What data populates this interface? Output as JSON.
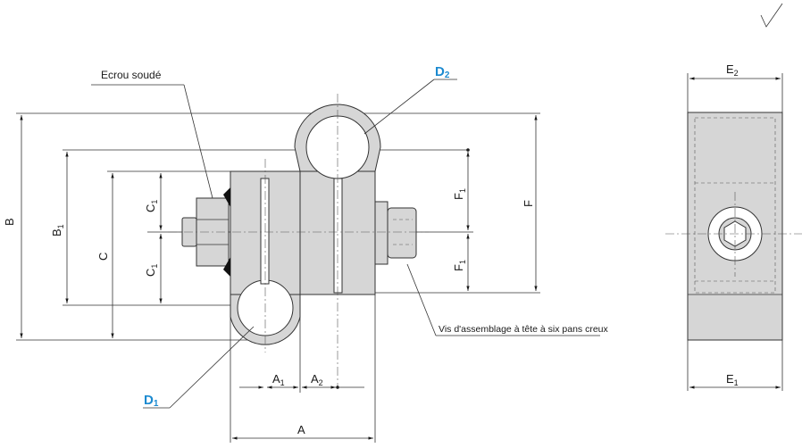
{
  "labels": {
    "nut": "Ecrou soudé",
    "screw": "Vis d'assemblage à tête à six pans creux",
    "d1": "D",
    "d1_sub": "1",
    "d2": "D",
    "d2_sub": "2",
    "b": "B",
    "b1": "B",
    "b1_sub": "1",
    "c": "C",
    "c1_top": "C",
    "c1_top_sub": "1",
    "c1_bot": "C",
    "c1_bot_sub": "1",
    "f": "F",
    "f1_top": "F",
    "f1_top_sub": "1",
    "f1_bot": "F",
    "f1_bot_sub": "1",
    "a": "A",
    "a1": "A",
    "a1_sub": "1",
    "a2": "A",
    "a2_sub": "2",
    "e1": "E",
    "e1_sub": "1",
    "e2": "E",
    "e2_sub": "2"
  },
  "colors": {
    "accent_blue": "#1c8ad0",
    "part_fill": "#d6d6d6"
  },
  "icons": {
    "surface_mark": "checkmark-icon"
  }
}
